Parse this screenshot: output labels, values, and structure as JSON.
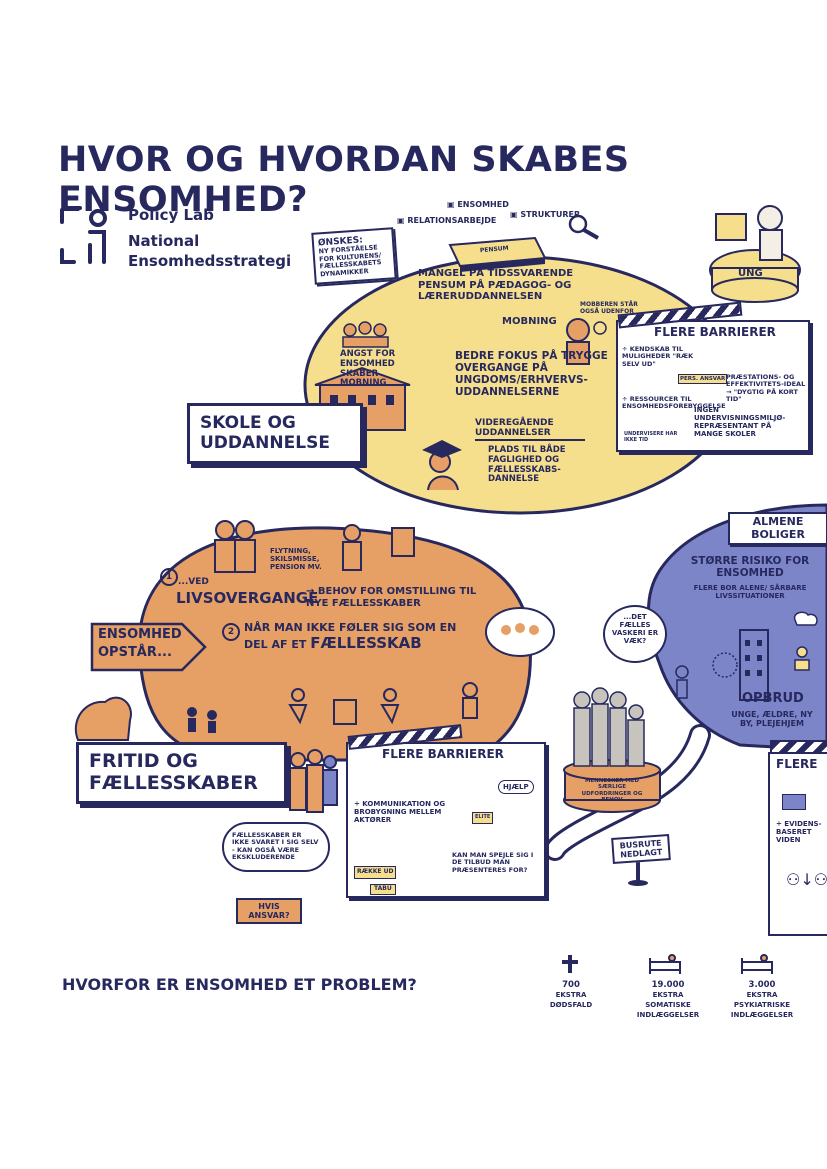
{
  "title": "HVOR OG HVORDAN SKABES ENSOMHED?",
  "logo": {
    "line1": "Policy Lab",
    "line2": "National",
    "line3": "Ensomhedsstrategi"
  },
  "legend": {
    "ensomhed": "ENSOMHED",
    "relationsarbejde": "RELATIONSARBEJDE",
    "strukturer": "STRUKTURER"
  },
  "pensum_label": "PENSUM",
  "ung_label": "UNG",
  "school": {
    "label_line1": "SKOLE OG",
    "label_line2": "UDDANNELSE",
    "onskes": "ØNSKES:",
    "onskes_text": "NY FORSTÅELSE FOR KULTURENS/ FÆLLESSKABETS DYNAMIKKER",
    "mangel": "MANGEL PÅ TIDSSVARENDE PENSUM PÅ PÆDAGOG- OG LÆRERUDDANNELSEN",
    "mobberen": "MOBBEREN STÅR OGSÅ UDENFOR",
    "mobning": "MOBNING",
    "angst": "ANGST FOR ENSOMHED SKABER MOBNING",
    "bedre": "BEDRE FOKUS PÅ TRYGGE OVERGANGE PÅ UNGDOMS/ERHVERVS-UDDANNELSERNE",
    "videre_title": "VIDEREGÅENDE UDDANNELSER",
    "videre_text": "PLADS TIL BÅDE FAGLIGHED OG FÆLLESSKABS-DANNELSE"
  },
  "barriers_school": {
    "title": "FLERE BARRIERER",
    "kendskab": "÷ KENDSKAB TIL MULIGHEDER \"RÆK SELV UD\"",
    "pers": "PERS. ANSVAR",
    "praestation": "PRÆSTATIONS- OG EFFEKTIVITETS-IDEAL → \"DYGTIG PÅ KORT TID\"",
    "ressourcer": "÷ RESSOURCER TIL ENSOMHEDSFOREBYGGELSE",
    "undervisere": "UNDERVISERE HAR IKKE TID",
    "ingen": "INGEN UNDERVISNINGSMILJØ-REPRÆSENTANT PÅ MANGE SKOLER"
  },
  "fritid": {
    "label_line1": "FRITID OG",
    "label_line2": "FÆLLESSKABER",
    "opstar_line1": "ENSOMHED",
    "opstar_line2": "OPSTÅR...",
    "flytning": "FLYTNING, SKILSMISSE, PENSION MV.",
    "num1": "1",
    "ved": "...VED",
    "livsovergange": "LIVSOVERGANGE",
    "behov": "→ BEHOV FOR OMSTILLING TIL NYE FÆLLESSKABER",
    "num2": "2",
    "nar": "NÅR MAN IKKE FØLER SIG SOM EN DEL AF ET",
    "faellesskab": "FÆLLESSKAB"
  },
  "barriers_fritid": {
    "title": "FLERE BARRIERER",
    "kommunikation": "÷ KOMMUNIKATION OG BROBYGNING MELLEM AKTØRER",
    "hjaelp": "HJÆLP",
    "elite": "ELITE",
    "kan_man": "KAN MAN SPEJLE SIG I DE TILBUD MAN PRÆSENTERES FOR?",
    "raekke": "RÆKKE UD",
    "tabu": "TABU"
  },
  "faellesskaber_bubble": "FÆLLESSKABER ER IKKE SVARET I SIG SELV - KAN OGSÅ VÆRE EKSKLUDERENDE",
  "hvis_ansvar": "HVIS ANSVAR?",
  "statue": "MENNESKER MED SÆRLIGE UDFORDRINGER OG BEHOV",
  "busrute": "BUSRUTE NEDLAGT",
  "almene": {
    "title_line1": "ALMENE",
    "title_line2": "BOLIGER",
    "risk": "STØRRE RISIKO FOR ENSOMHED",
    "risk_sub": "FLERE BOR ALENE/ SÅRBARE LIVSSITUATIONER",
    "vaskeri": "...DET FÆLLES VASKERI ER VÆK?",
    "opbrud": "OPBRUD",
    "opbrud_sub": "UNGE, ÆLDRE, NY BY, PLEJEHJEM"
  },
  "barriers_right": {
    "title": "FLERE",
    "evidens": "÷ EVIDENS-BASERET VIDEN"
  },
  "question": "HVORFOR ER ENSOMHED ET PROBLEM?",
  "stats": [
    {
      "num": "700",
      "line1": "EKSTRA",
      "line2": "DØDSFALD"
    },
    {
      "num": "19.000",
      "line1": "EKSTRA",
      "line2": "SOMATISKE INDLÆGGELSER"
    },
    {
      "num": "3.000",
      "line1": "EKSTRA",
      "line2": "PSYKIATRISKE INDLÆGGELSER"
    }
  ],
  "colors": {
    "navy": "#26285e",
    "yellow": "#f6df8c",
    "orange": "#e6a065",
    "blue": "#7d85c9"
  }
}
